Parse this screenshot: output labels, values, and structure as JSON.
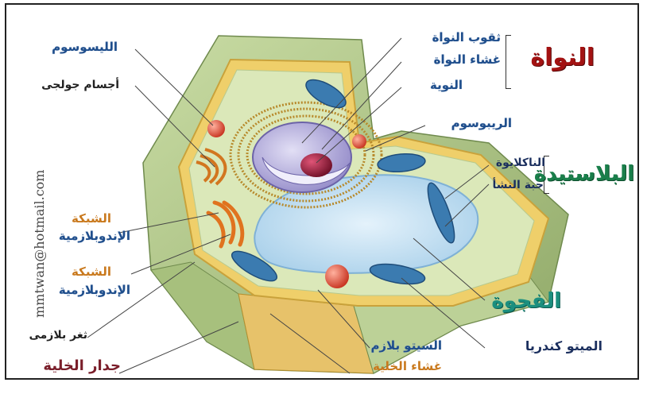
{
  "labels": {
    "lysosome": "الليسوسوم",
    "golgi": "أجسام جولجى",
    "er_1": "الشبكة",
    "er_1b": "الإندوبلازمية",
    "er_2": "الشبكة",
    "er_2b": "الإندوبلازمية",
    "plasmodesma": "ثغر بلازمى",
    "cell_wall": "جدار الخلية",
    "nuclear_pores": "ثقوب النواة",
    "nuclear_membrane": "غشاء النواة",
    "nucleolus": "النوية",
    "nucleus": "النواة",
    "ribosome": "الريبوسوم",
    "chloroplast_grana": "الناكلايوة",
    "starch_grain": "حبة النشأ",
    "plastid": "البلاستيدة",
    "vacuole": "الفجوة",
    "mitochondria": "الميتو كندريا",
    "cytoplasm": "السيتو بلازم",
    "cell_membrane": "غشاء الخلية"
  },
  "watermark": "mmtwan@hotmail.com",
  "colors": {
    "wall": "#b5cc8e",
    "wall_dark": "#93ad6c",
    "membrane": "#e8c25a",
    "cytoplasm": "#d9e7b9",
    "vacuole": "#bcdcf0",
    "nucleus": "#b9b4de",
    "nucleolus": "#9b1f3d",
    "mitochondria": "#3b7bb0",
    "lysosome": "#e0523a",
    "golgi": "#d2761f"
  }
}
